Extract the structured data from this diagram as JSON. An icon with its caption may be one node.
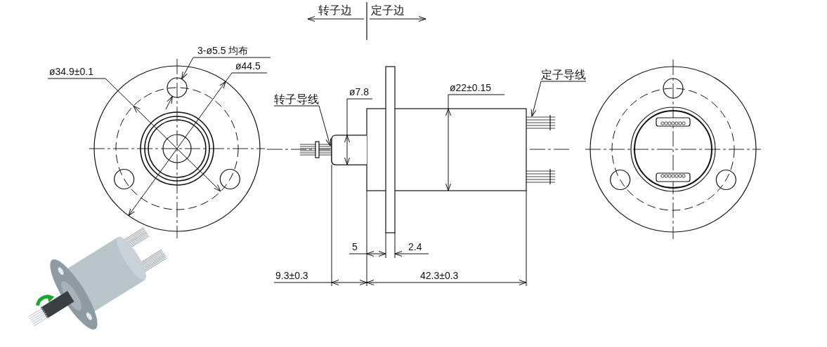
{
  "diagram": {
    "nodes": [
      {
        "text": [
          "转子导线"
        ]
      },
      {
        "text": [
          "定子导线"
        ]
      }
    ],
    "edges": [
      {
        "from": 0,
        "to": null,
        "arrow": "to"
      },
      {
        "from": 1,
        "to": null,
        "arrow": "to"
      }
    ],
    "labels": [
      "转子边",
      "定子边",
      "3-ø5.5 均布",
      "ø44.5",
      "ø34.9±0.1",
      "ø7.8",
      "ø22±0.15",
      "5",
      "2.4",
      "9.3±0.3",
      "42.3±0.3"
    ]
  }
}
